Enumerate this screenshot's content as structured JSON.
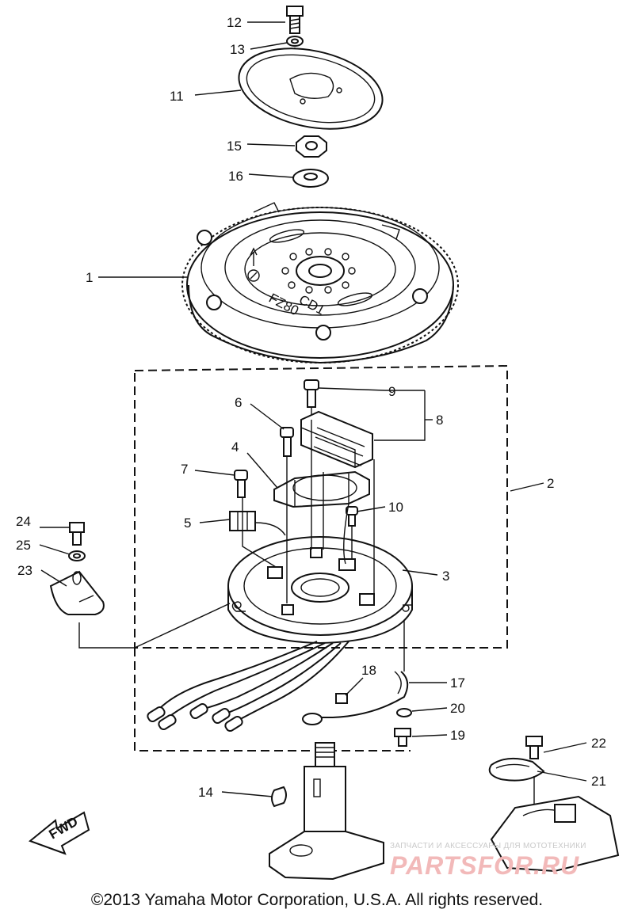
{
  "callouts": [
    {
      "id": "c12",
      "text": "12"
    },
    {
      "id": "c13",
      "text": "13"
    },
    {
      "id": "c11",
      "text": "11"
    },
    {
      "id": "c15",
      "text": "15"
    },
    {
      "id": "c16",
      "text": "16"
    },
    {
      "id": "c1",
      "text": "1"
    },
    {
      "id": "c9",
      "text": "9"
    },
    {
      "id": "c8",
      "text": "8"
    },
    {
      "id": "c6",
      "text": "6"
    },
    {
      "id": "c4",
      "text": "4"
    },
    {
      "id": "c7",
      "text": "7"
    },
    {
      "id": "c2",
      "text": "2"
    },
    {
      "id": "c10",
      "text": "10"
    },
    {
      "id": "c5",
      "text": "5"
    },
    {
      "id": "c24",
      "text": "24"
    },
    {
      "id": "c25",
      "text": "25"
    },
    {
      "id": "c23",
      "text": "23"
    },
    {
      "id": "c3",
      "text": "3"
    },
    {
      "id": "c18",
      "text": "18"
    },
    {
      "id": "c17",
      "text": "17"
    },
    {
      "id": "c20",
      "text": "20"
    },
    {
      "id": "c19",
      "text": "19"
    },
    {
      "id": "c22",
      "text": "22"
    },
    {
      "id": "c21",
      "text": "21"
    },
    {
      "id": "c14",
      "text": "14"
    }
  ],
  "flywheel_markings": {
    "model": "FZ80",
    "code": "CD1"
  },
  "direction_arrow": "FWD",
  "copyright": "©2013 Yamaha Motor Corporation, U.S.A. All rights reserved.",
  "watermark": {
    "line1": "ЗАПЧАСТИ И АКСЕССУАРЫ ДЛЯ МОТОТЕХНИКИ",
    "line2": "PARTSFOR.RU"
  }
}
